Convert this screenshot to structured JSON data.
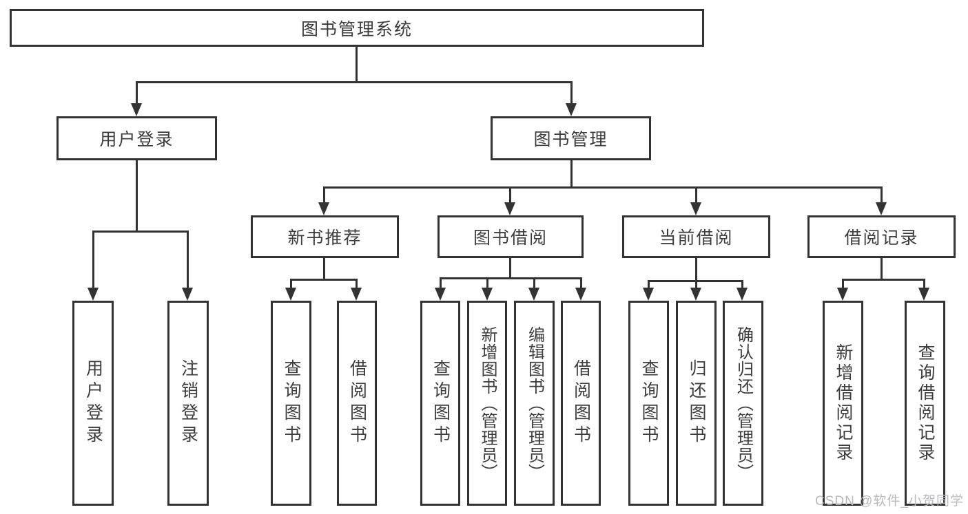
{
  "colors": {
    "line": "#333333",
    "box_border": "#333333",
    "text": "#3d3d3d",
    "background": "#ffffff",
    "watermark": "#b9babc"
  },
  "diagram": {
    "root": "图书管理系统",
    "level2": [
      "用户登录",
      "图书管理"
    ],
    "level3": [
      "新书推荐",
      "图书借阅",
      "当前借阅",
      "借阅记录"
    ],
    "leaves": {
      "user_login": [
        "用户登录",
        "注销登录"
      ],
      "new_book": [
        "查询图书",
        "借阅图书"
      ],
      "book_borrow": [
        "查询图书",
        "新增图书（管理员）",
        "编辑图书（管理员）",
        "借阅图书"
      ],
      "current_borrow": [
        "查询图书",
        "归还图书",
        "确认归还（管理员）"
      ],
      "borrow_record": [
        "新增借阅记录",
        "查询借阅记录"
      ]
    }
  },
  "watermark": "CSDN @软件_小贺同学"
}
